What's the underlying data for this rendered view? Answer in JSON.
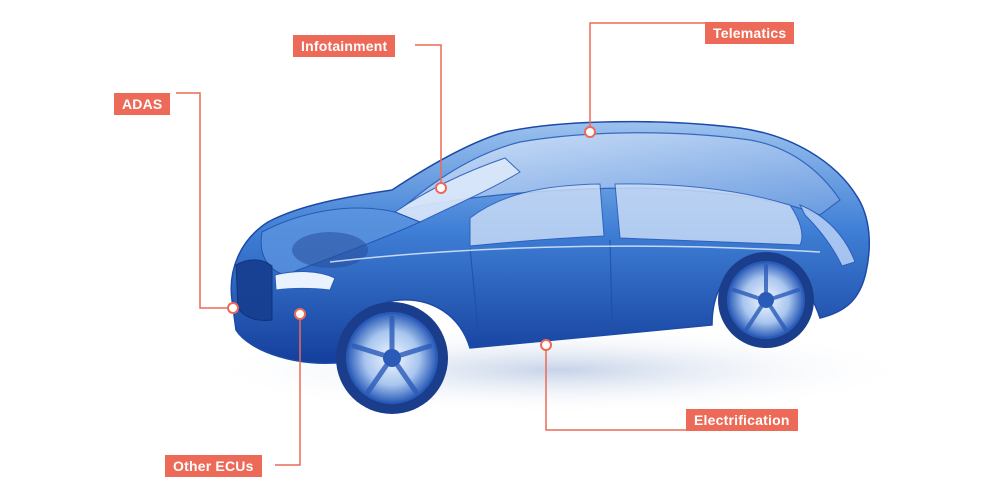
{
  "diagram": {
    "accent_color": "#ec6a57",
    "subject": "car-xray-illustration",
    "callouts": [
      {
        "id": "infotainment",
        "label": "Infotainment"
      },
      {
        "id": "telematics",
        "label": "Telematics"
      },
      {
        "id": "adas",
        "label": "ADAS"
      },
      {
        "id": "other-ecus",
        "label": "Other ECUs"
      },
      {
        "id": "electrification",
        "label": "Electrification"
      }
    ]
  }
}
